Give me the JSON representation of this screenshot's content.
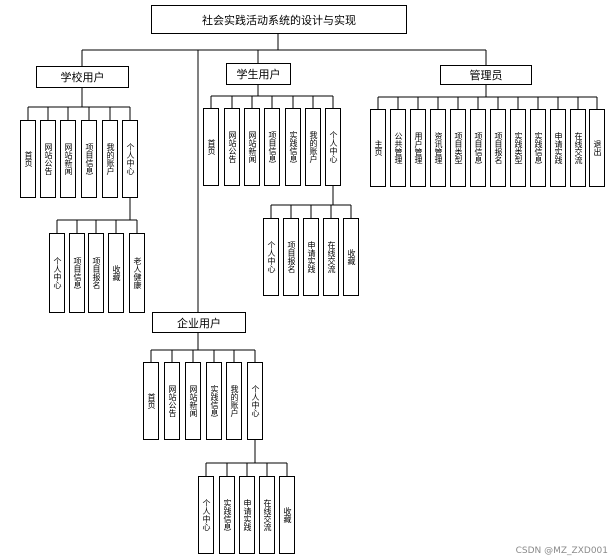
{
  "title": "社会实践活动系统的设计与实现",
  "school": {
    "label": "学校用户",
    "modules": [
      "首页",
      "网站公告",
      "网站新闻",
      "项目信息",
      "我的账户",
      "个人中心"
    ],
    "center_items": [
      "个人中心",
      "项目信息",
      "项目报名",
      "收藏",
      "老人健康"
    ]
  },
  "student": {
    "label": "学生用户",
    "modules": [
      "首页",
      "网站公告",
      "网站新闻",
      "项目信息",
      "实践信息",
      "我的账户",
      "个人中心"
    ],
    "center_items": [
      "个人中心",
      "项目报名",
      "申请实践",
      "在线交流",
      "收藏"
    ]
  },
  "admin": {
    "label": "管理员",
    "modules": [
      "主页",
      "公共管理",
      "用户管理",
      "资讯管理",
      "项目类型",
      "项目信息",
      "项目报名",
      "实践类型",
      "实践信息",
      "申请实践",
      "在线交流",
      "退出"
    ]
  },
  "enterprise": {
    "label": "企业用户",
    "modules": [
      "首页",
      "网站公告",
      "网站新闻",
      "实践信息",
      "我的账户",
      "个人中心"
    ],
    "center_items": [
      "个人中心",
      "实践信息",
      "申请实践",
      "在线交流",
      "收藏"
    ]
  },
  "watermark": "CSDN @MZ_ZXD001"
}
